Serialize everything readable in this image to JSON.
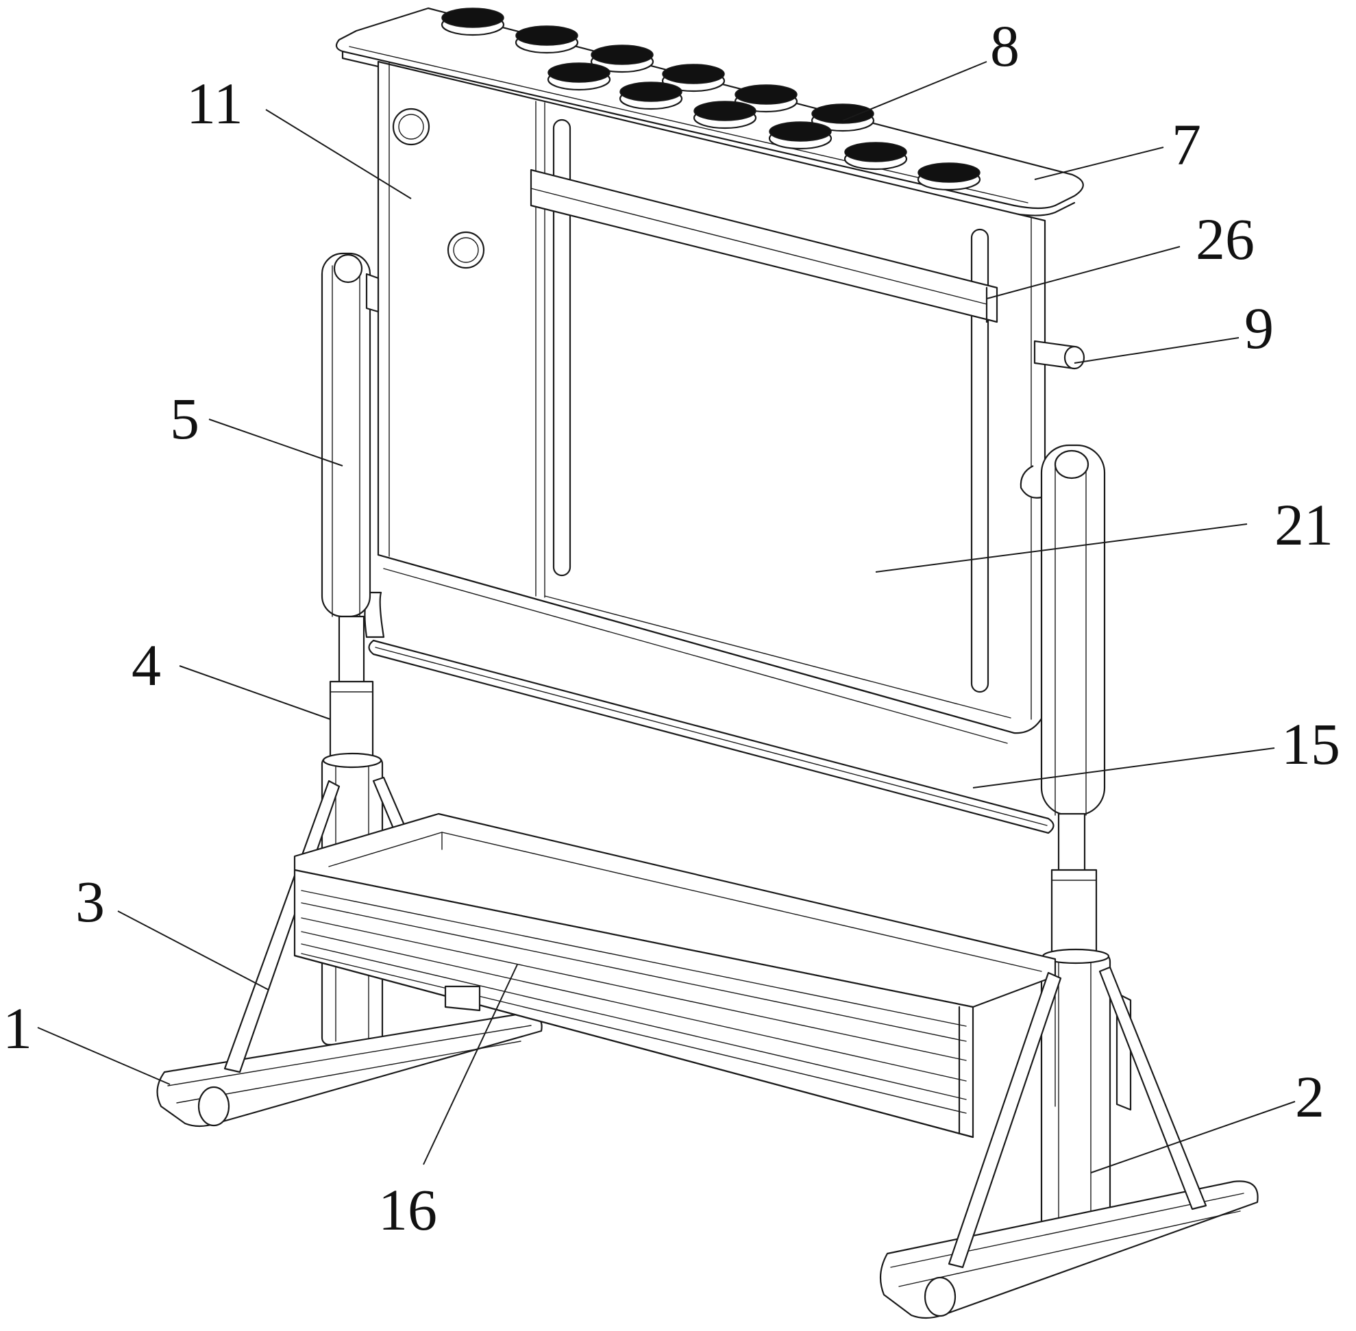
{
  "figure": {
    "labels": [
      {
        "id": "1",
        "text": "1"
      },
      {
        "id": "2",
        "text": "2"
      },
      {
        "id": "3",
        "text": "3"
      },
      {
        "id": "4",
        "text": "4"
      },
      {
        "id": "5",
        "text": "5"
      },
      {
        "id": "7",
        "text": "7"
      },
      {
        "id": "8",
        "text": "8"
      },
      {
        "id": "9",
        "text": "9"
      },
      {
        "id": "11",
        "text": "11"
      },
      {
        "id": "15",
        "text": "15"
      },
      {
        "id": "16",
        "text": "16"
      },
      {
        "id": "21",
        "text": "21"
      },
      {
        "id": "26",
        "text": "26"
      }
    ]
  }
}
